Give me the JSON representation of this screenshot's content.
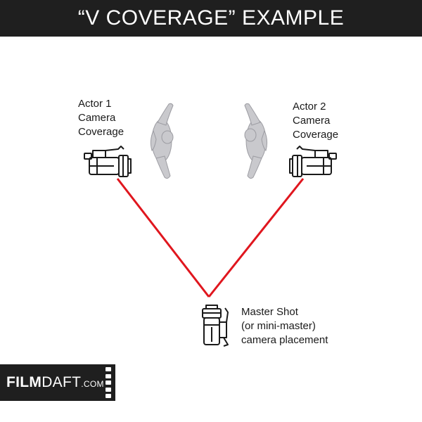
{
  "header": {
    "title": "“V COVERAGE” EXAMPLE"
  },
  "actor1_label": {
    "line1": "Actor 1",
    "line2": "Camera",
    "line3": "Coverage"
  },
  "actor2_label": {
    "line1": "Actor 2",
    "line2": "Camera",
    "line3": "Coverage"
  },
  "master_label": {
    "line1": "Master Shot",
    "line2": "(or mini-master)",
    "line3": "camera placement"
  },
  "logo": {
    "bold": "FILM",
    "normal": "DAFT",
    "suffix": ".COM"
  },
  "icons": [
    "camcorder-icon",
    "actor-figure-icon",
    "film-strip-icon"
  ],
  "colors": {
    "header_bg": "#1f1f1f",
    "line": "#e0161e",
    "figure": "#c8c8cc"
  }
}
